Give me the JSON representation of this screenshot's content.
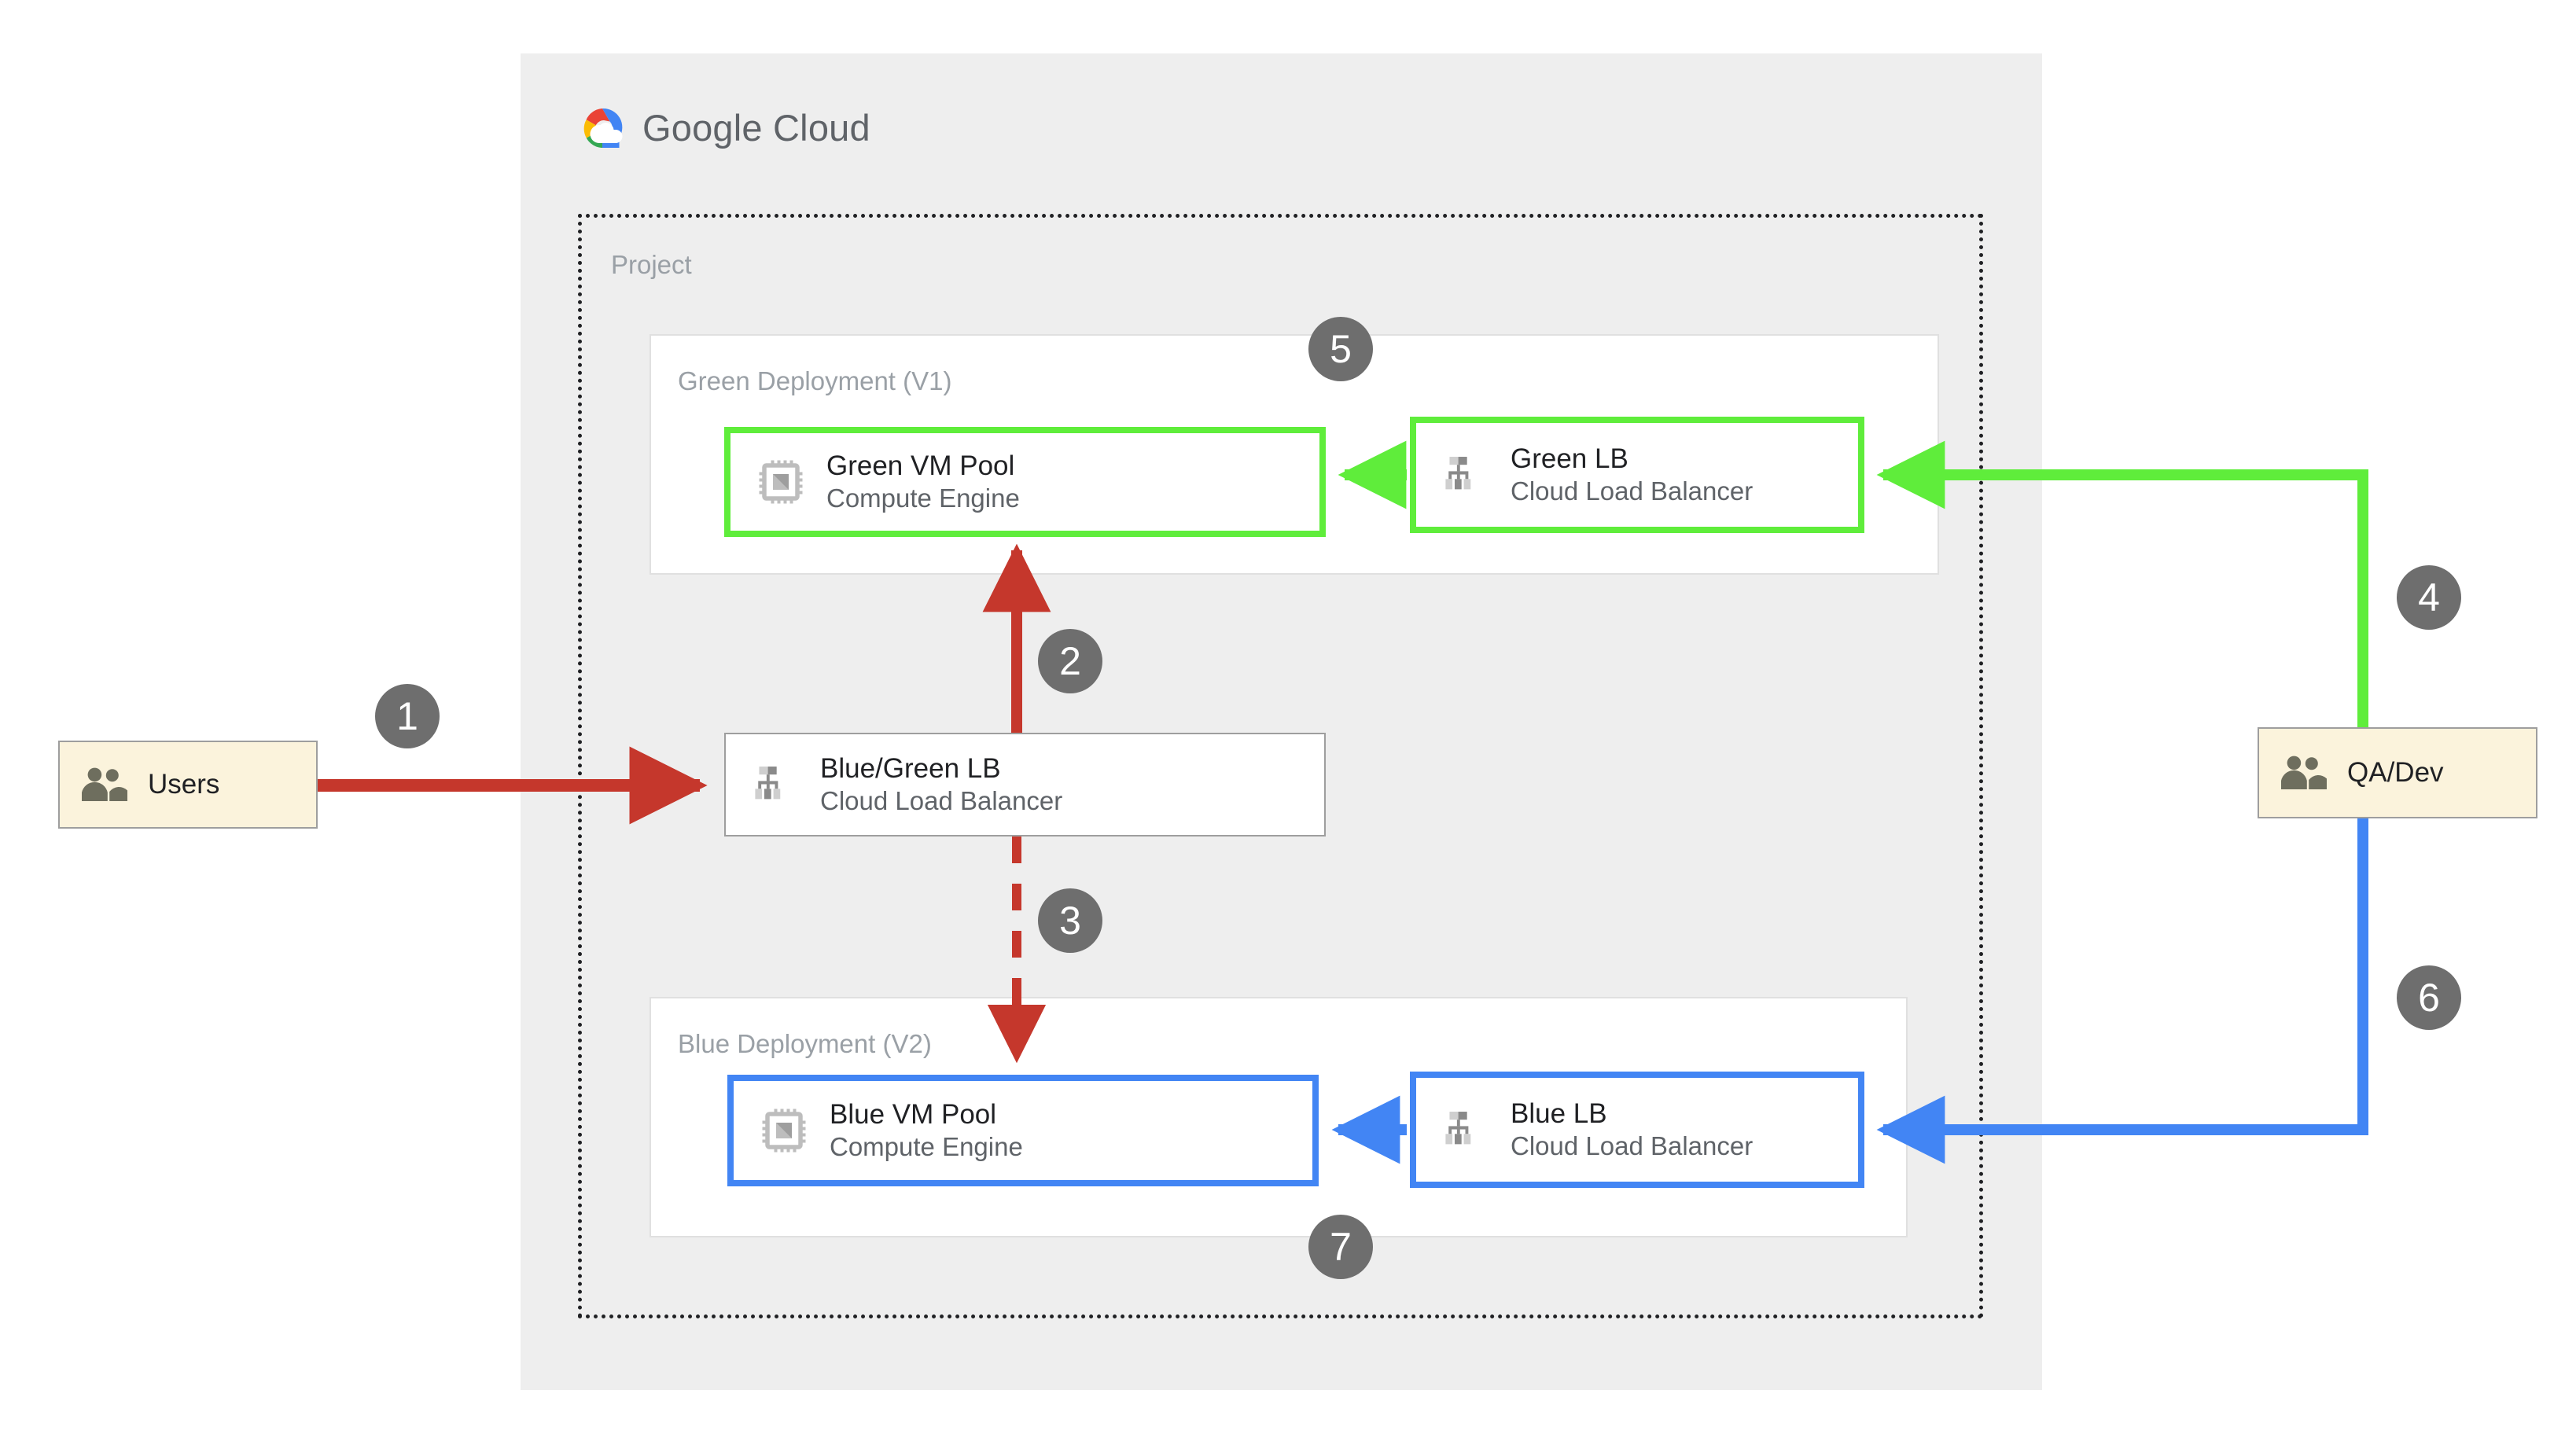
{
  "cloud": {
    "brand_first": "Google",
    "brand_second": "Cloud",
    "logo_icon": "google-cloud-logo-icon",
    "colors": {
      "logo_red": "#ea4335",
      "logo_yellow": "#fbbc04",
      "logo_green": "#34a853",
      "logo_blue": "#4285f4",
      "panel_bg": "#eeeeee",
      "brand_text": "#5f6368"
    }
  },
  "project": {
    "label": "Project"
  },
  "deployments": [
    {
      "id": "green",
      "label": "Green Deployment (V1)",
      "accent": "#5fed3b"
    },
    {
      "id": "blue",
      "label": "Blue Deployment (V2)",
      "accent": "#4285f4"
    }
  ],
  "nodes": {
    "users": {
      "title": "Users",
      "subtitle": "",
      "icon": "users-icon",
      "fill": "#fbf3dc"
    },
    "qadev": {
      "title": "QA/Dev",
      "subtitle": "",
      "icon": "users-icon",
      "fill": "#fbf3dc"
    },
    "green_vm": {
      "title": "Green VM Pool",
      "subtitle": "Compute Engine",
      "icon": "cpu-chip-icon",
      "accent": "#5fed3b"
    },
    "green_lb": {
      "title": "Green LB",
      "subtitle": "Cloud Load Balancer",
      "icon": "load-balancer-icon",
      "accent": "#5fed3b"
    },
    "bg_lb": {
      "title": "Blue/Green LB",
      "subtitle": "Cloud Load Balancer",
      "icon": "load-balancer-icon",
      "accent": "#9e9e9e"
    },
    "blue_vm": {
      "title": "Blue VM Pool",
      "subtitle": "Compute Engine",
      "icon": "cpu-chip-icon",
      "accent": "#4285f4"
    },
    "blue_lb": {
      "title": "Blue LB",
      "subtitle": "Cloud Load Balancer",
      "icon": "load-balancer-icon",
      "accent": "#4285f4"
    }
  },
  "steps": [
    {
      "number": "1",
      "from": "users",
      "to": "bg_lb",
      "color": "#c5372c",
      "style": "solid",
      "direction": "right"
    },
    {
      "number": "2",
      "from": "bg_lb",
      "to": "green_vm",
      "color": "#c5372c",
      "style": "solid",
      "direction": "up"
    },
    {
      "number": "3",
      "from": "bg_lb",
      "to": "blue_vm",
      "color": "#c5372c",
      "style": "dashed",
      "direction": "down"
    },
    {
      "number": "4",
      "from": "qadev",
      "to": "green_lb",
      "color": "#5fed3b",
      "style": "solid",
      "direction": "left"
    },
    {
      "number": "5",
      "from": "green_lb",
      "to": "green_vm",
      "color": "#5fed3b",
      "style": "solid",
      "direction": "left"
    },
    {
      "number": "6",
      "from": "qadev",
      "to": "blue_lb",
      "color": "#4285f4",
      "style": "solid",
      "direction": "left"
    },
    {
      "number": "7",
      "from": "blue_lb",
      "to": "blue_vm",
      "color": "#4285f4",
      "style": "solid",
      "direction": "left"
    }
  ],
  "badge_style": {
    "fill": "#6e6e6e",
    "text": "#ffffff"
  }
}
